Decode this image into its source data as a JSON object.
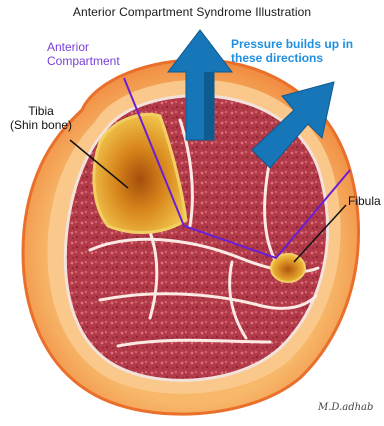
{
  "title": "Anterior Compartment Syndrome Illustration",
  "labels": {
    "anterior_compartment": [
      "Anterior",
      "Compartment"
    ],
    "pressure": [
      "Pressure builds up in",
      "these directions"
    ],
    "tibia": [
      "Tibia",
      "(Shin bone)"
    ],
    "fibula": "Fibula"
  },
  "signature": "M.D.adhab",
  "colors": {
    "skin_outer": "#f28a3c",
    "skin_inner": "#f7b86a",
    "muscle": "#b23a49",
    "bone": "#f0c24a",
    "marrow": "#c86a14",
    "arrow": "#1676b8",
    "compartment_line": "#6a1fd4",
    "fascia": "#fbe9e4"
  }
}
